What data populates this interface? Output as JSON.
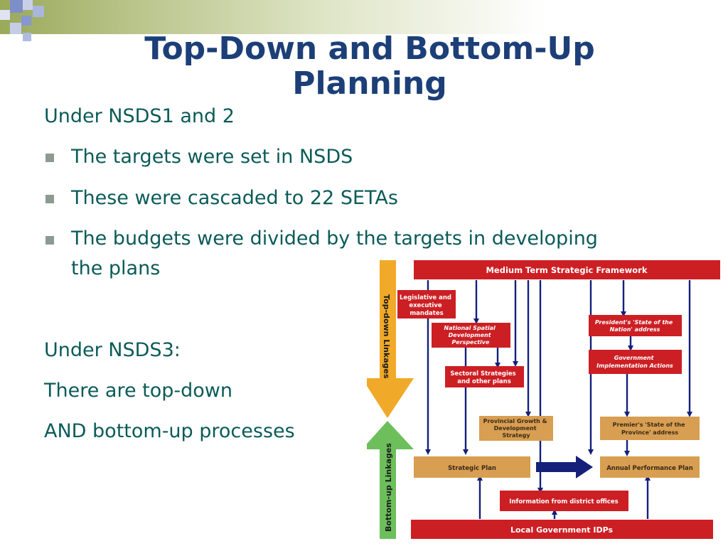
{
  "slide": {
    "title_line1": "Top-Down and Bottom-Up",
    "title_line2": "Planning",
    "intro1": "Under NSDS1 and 2",
    "bullets": [
      "The targets were set in NSDS",
      "These were cascaded to 22 SETAs",
      "The budgets were divided by the targets in developing",
      "the plans"
    ],
    "intro2": "Under NSDS3:",
    "line_topdown": "There are top-down",
    "line_bottomup": "AND bottom-up processes"
  },
  "diagram": {
    "mtsf": "Medium Term Strategic Framework",
    "legislative": [
      "Legislative and",
      "executive",
      "mandates"
    ],
    "nsdp": [
      "National Spatial",
      "Development",
      "Perspective"
    ],
    "sectoral": [
      "Sectoral Strategies",
      "and other plans"
    ],
    "presidents": [
      "President's 'State of the",
      "Nation' address"
    ],
    "gov_impl": [
      "Government",
      "Implementation Actions"
    ],
    "provincial": [
      "Provincial Growth &",
      "Development",
      "Strategy"
    ],
    "premiers": [
      "Premier's 'State of the",
      "Province' address"
    ],
    "strategic_plan": "Strategic Plan",
    "annual_plan": "Annual Performance Plan",
    "district_info": "Information from district offices",
    "local_gov": "Local Government IDPs",
    "topdown_label": "Top-down Linkages",
    "bottomup_label": "Bottom-up Linkages"
  },
  "colors": {
    "title": "#1c3f78",
    "body_text": "#0b5b58",
    "red_box": "#cc1f24",
    "tan_box": "#d89e51",
    "arrow_navy": "#14207a",
    "topdown_arrow": "#f0a928",
    "bottomup_arrow": "#6cbf5a"
  }
}
